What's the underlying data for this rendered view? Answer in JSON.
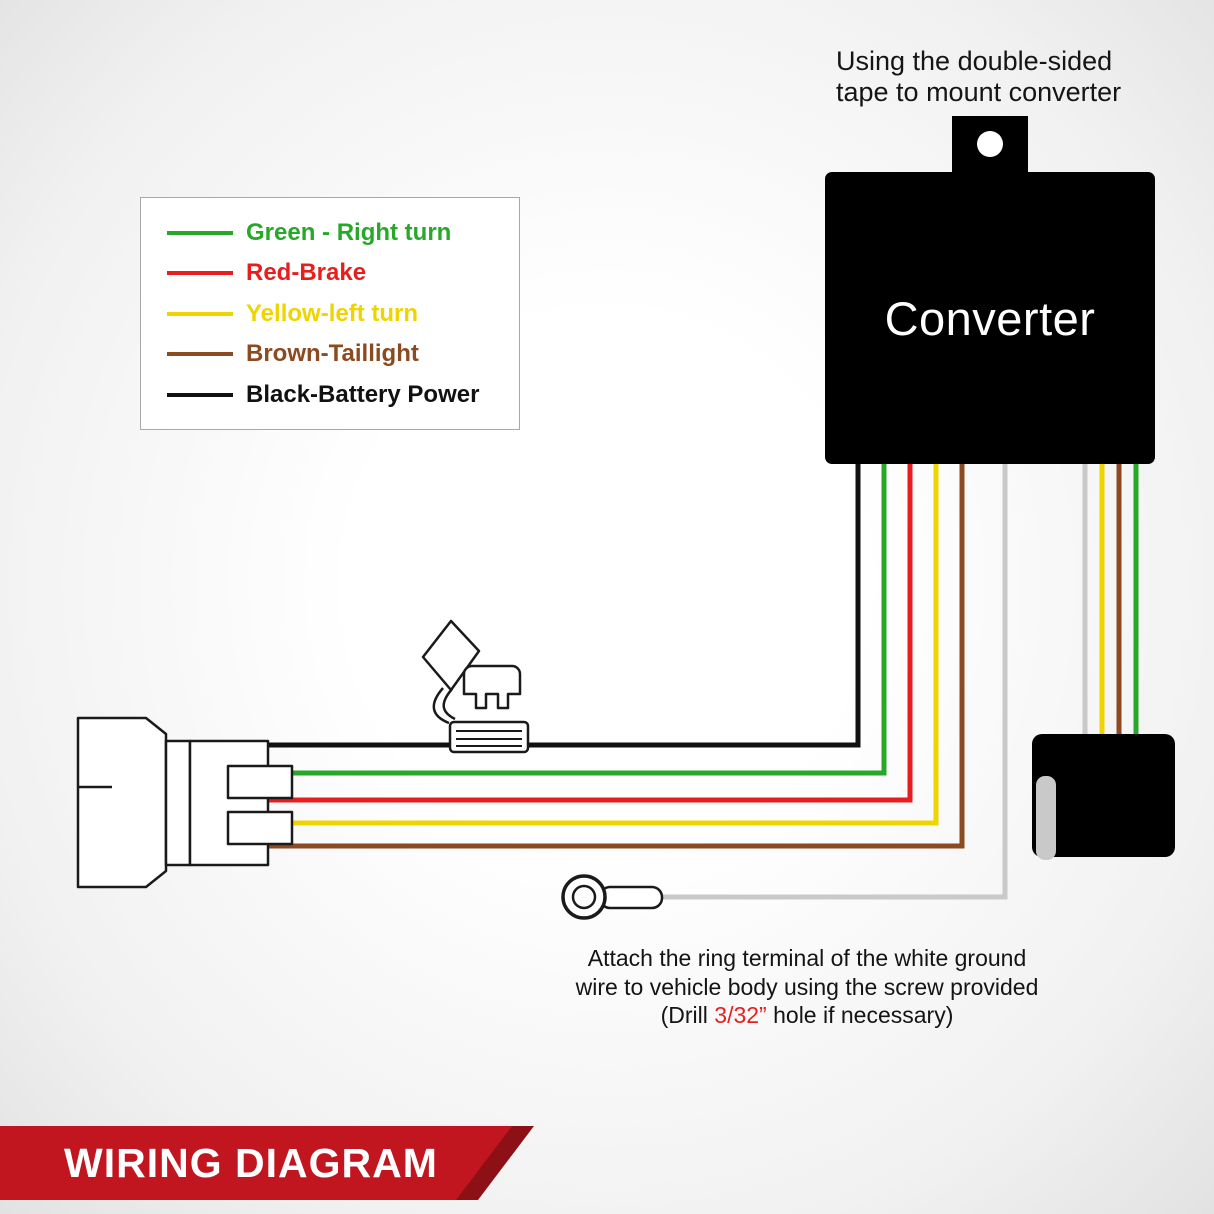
{
  "colors": {
    "green": "#28a828",
    "red": "#e81e1e",
    "yellow": "#eed500",
    "brown": "#8c4a20",
    "black": "#111111",
    "ground_gray": "#c9c9c9",
    "converter_black": "#000000",
    "banner_red": "#c1161f",
    "banner_dark_red": "#8d1016",
    "highlight_red": "#e81e1e"
  },
  "legend": {
    "items": [
      {
        "label": "Green - Right turn",
        "color": "#28a828"
      },
      {
        "label": "Red-Brake",
        "color": "#e81e1e"
      },
      {
        "label": "Yellow-left turn",
        "color": "#eed500"
      },
      {
        "label": "Brown-Taillight",
        "color": "#8c4a20"
      },
      {
        "label": "Black-Battery Power",
        "color": "#111111"
      }
    ]
  },
  "converter": {
    "label": "Converter"
  },
  "notes": {
    "top_line1": "Using the double-sided",
    "top_line2": "tape to mount converter",
    "bottom_line1": "Attach the ring terminal of the white ground",
    "bottom_line2": "wire to vehicle body using the screw provided",
    "bottom_line3_prefix": "(Drill ",
    "bottom_line3_highlight": "3/32”",
    "bottom_line3_suffix": " hole if necessary)"
  },
  "banner": {
    "title": "WIRING DIAGRAM"
  }
}
